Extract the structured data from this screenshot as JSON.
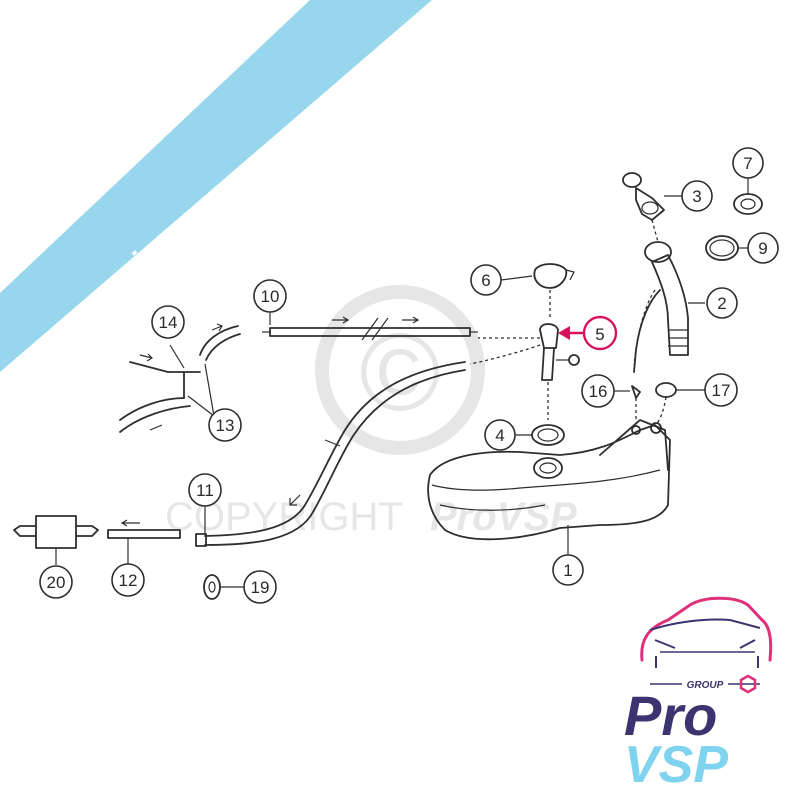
{
  "watermark": {
    "banner_text": "pro-piece-vsp.com",
    "banner_color": "#8ed3ec",
    "copyright_text": "COPYRIGHT",
    "copyright_brand": "ProVSP",
    "copyright_symbol": "©"
  },
  "callouts": [
    {
      "id": "c1",
      "label": "1"
    },
    {
      "id": "c2",
      "label": "2"
    },
    {
      "id": "c3",
      "label": "3"
    },
    {
      "id": "c4",
      "label": "4"
    },
    {
      "id": "c5",
      "label": "5",
      "highlight": true
    },
    {
      "id": "c6",
      "label": "6"
    },
    {
      "id": "c7",
      "label": "7"
    },
    {
      "id": "c9",
      "label": "9"
    },
    {
      "id": "c10",
      "label": "10"
    },
    {
      "id": "c11",
      "label": "11"
    },
    {
      "id": "c12",
      "label": "12"
    },
    {
      "id": "c13",
      "label": "13"
    },
    {
      "id": "c14",
      "label": "14"
    },
    {
      "id": "c16",
      "label": "16"
    },
    {
      "id": "c17",
      "label": "17"
    },
    {
      "id": "c19",
      "label": "19"
    },
    {
      "id": "c20",
      "label": "20"
    }
  ],
  "highlight_color": "#d8115f",
  "logo": {
    "group_text": "GROUP",
    "pro_text": "Pro",
    "vsp_text": "VSP",
    "pro_color": "#3c3470",
    "vsp_color": "#7fd3ef",
    "accent_color": "#e0307a"
  }
}
